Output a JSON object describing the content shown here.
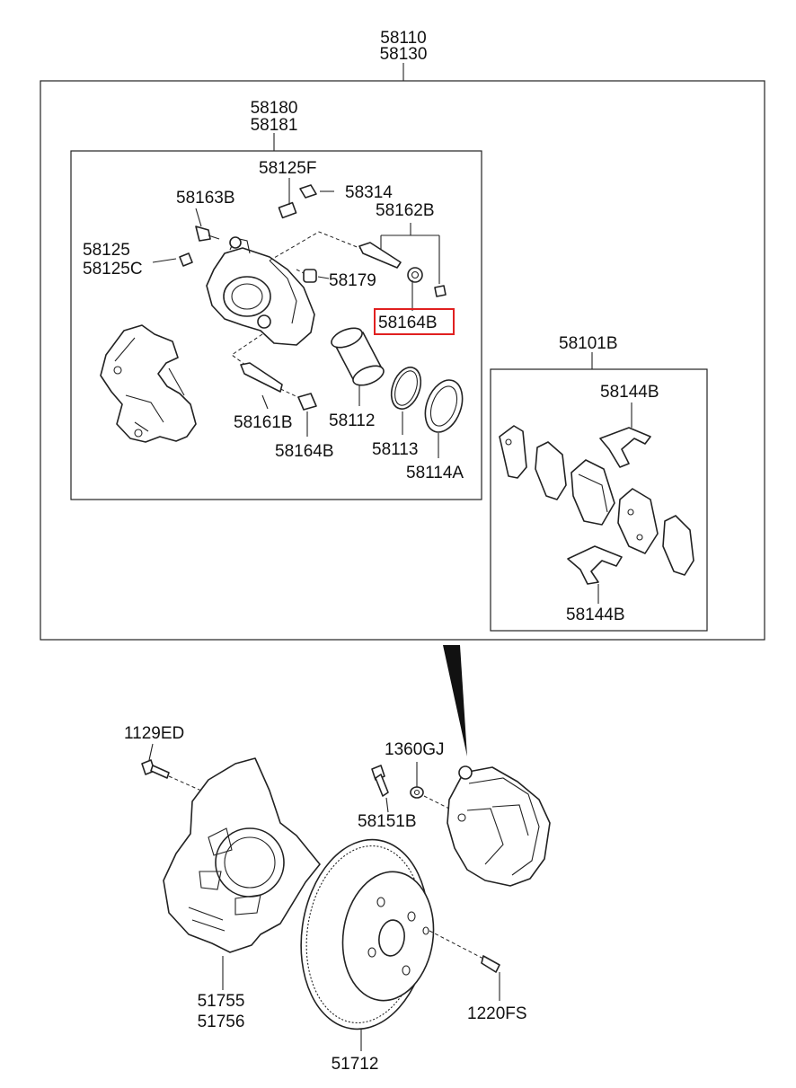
{
  "labels": {
    "assembly_front_lh": "58110",
    "assembly_front_rh": "58130",
    "caliper_lh": "58180",
    "caliper_rh": "58181",
    "guide_pin_f": "58125F",
    "bolt_58314": "58314",
    "bolt_58163b": "58163B",
    "pin_kit_58162b": "58162B",
    "bleeder_58125": "58125",
    "bleeder_58125c": "58125C",
    "bushing_58179": "58179",
    "boot_58164b_highlighted": "58164B",
    "pin_58161b": "58161B",
    "piston_58112": "58112",
    "boot_58164b_lower": "58164B",
    "seal_58113": "58113",
    "boot_58114a": "58114A",
    "pad_kit_58101b": "58101B",
    "spring_58144b_upper": "58144B",
    "spring_58144b_lower": "58144B",
    "bolt_1129ed": "1129ED",
    "nut_1360gj": "1360GJ",
    "bolt_58151b": "58151B",
    "shield_lh": "51755",
    "shield_rh": "51756",
    "screw_1220fs": "1220FS",
    "disc_51712": "51712"
  },
  "highlight": {
    "part": "58164B",
    "color": "#e02020"
  },
  "colors": {
    "ink": "#222222",
    "background": "#ffffff"
  }
}
